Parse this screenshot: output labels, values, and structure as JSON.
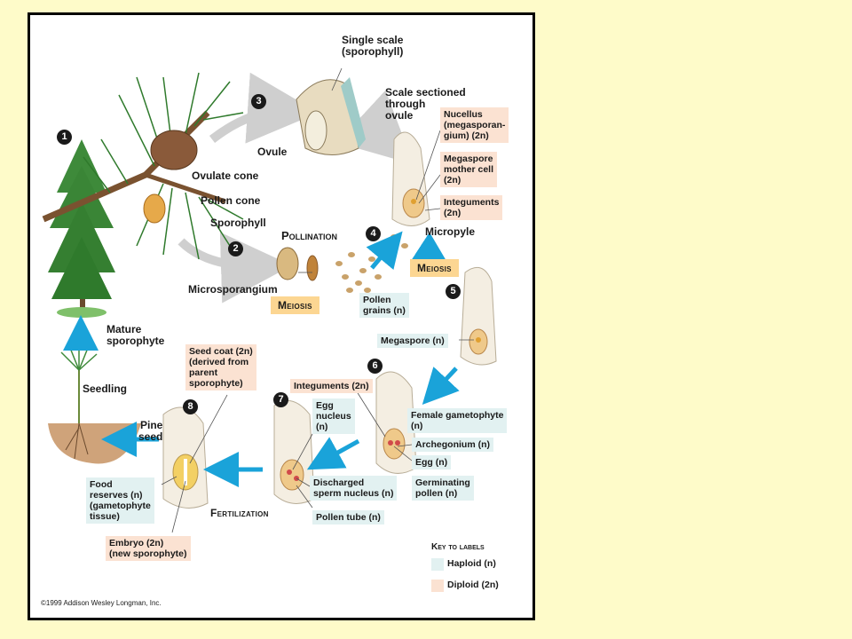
{
  "steps": [
    "1",
    "2",
    "3",
    "4",
    "5",
    "6",
    "7",
    "8"
  ],
  "labels": {
    "single_scale": "Single scale\n(sporophyll)",
    "scale_sectioned": "Scale sectioned\nthrough\novule",
    "ovule": "Ovule",
    "ovulate_cone": "Ovulate cone",
    "pollen_cone": "Pollen cone",
    "sporophyll": "Sporophyll",
    "pollination": "Pollination",
    "microsporangium": "Microsporangium",
    "micropyle": "Micropyle",
    "mature_sporophyte": "Mature\nsporophyte",
    "seedling": "Seedling",
    "pine_seed": "Pine\nseed"
  },
  "boxes": {
    "nucellus": "Nucellus\n(megasporan-\ngium) (2n)",
    "megaspore_mother": "Megaspore\nmother cell\n(2n)",
    "integuments_top": "Integuments\n(2n)",
    "pollen_grains": "Pollen\ngrains (n)",
    "megaspore": "Megaspore (n)",
    "seed_coat": "Seed coat (2n)\n(derived from\nparent\nsporophyte)",
    "integuments_mid": "Integuments (2n)",
    "egg_nucleus": "Egg\nnucleus\n(n)",
    "female_gametophyte": "Female gametophyte\n(n)",
    "archegonium": "Archegonium (n)",
    "egg": "Egg (n)",
    "germinating_pollen": "Germinating\npollen (n)",
    "discharged_sperm": "Discharged\nsperm nucleus (n)",
    "pollen_tube": "Pollen tube (n)",
    "food_reserves": "Food\nreserves (n)\n(gametophyte\ntissue)",
    "embryo": "Embryo (2n)\n(new sporophyte)"
  },
  "headers": {
    "meiosis_1": "Meiosis",
    "meiosis_2": "Meiosis",
    "fertilization": "Fertilization"
  },
  "key": {
    "title": "Key to labels",
    "haploid": "Haploid (n)",
    "diploid": "Diploid (2n)",
    "haploid_color": "#e2f1f1",
    "diploid_color": "#fbe2d2"
  },
  "colors": {
    "arrow_blue": "#1aa3d9",
    "arrow_gray": "#cfcfcf",
    "meiosis_bg": "#fcd692",
    "background": "#fefbc9"
  },
  "copyright": "©1999 Addison Wesley Longman, Inc."
}
